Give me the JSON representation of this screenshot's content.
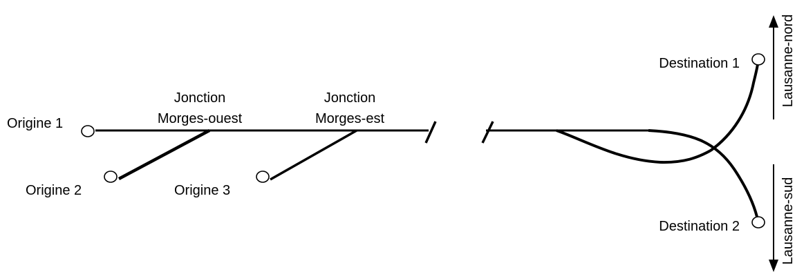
{
  "diagram": {
    "origins": [
      "Origine 1",
      "Origine 2",
      "Origine 3"
    ],
    "junctions": [
      {
        "line1": "Jonction",
        "line2": "Morges-ouest"
      },
      {
        "line1": "Jonction",
        "line2": "Morges-est"
      }
    ],
    "destinations": [
      "Destination 1",
      "Destination 2"
    ],
    "directions": {
      "north": "Lausanne-nord",
      "south": "Lausanne-sud"
    },
    "colors": {
      "line": "#000000",
      "background": "#ffffff"
    }
  }
}
